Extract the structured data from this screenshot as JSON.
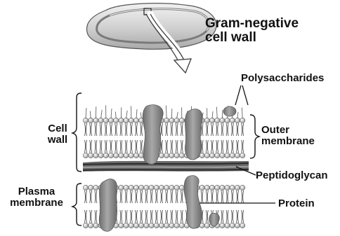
{
  "labels": {
    "title_line1": "Gram-negative",
    "title_line2": "cell wall",
    "polysaccharides": "Polysaccharides",
    "cell_wall_line1": "Cell",
    "cell_wall_line2": "wall",
    "outer_membrane_line1": "Outer",
    "outer_membrane_line2": "membrane",
    "peptidoglycan": "Peptidoglycan",
    "plasma_membrane_line1": "Plasma",
    "plasma_membrane_line2": "membrane",
    "protein": "Protein"
  },
  "colors": {
    "ink": "#111111",
    "lipid_head": "#e6e6e6",
    "protein_fill": "#8f8f8f",
    "peptidoglycan_fill": "#4a4a4a",
    "cell_body": "#d9d9d9"
  }
}
